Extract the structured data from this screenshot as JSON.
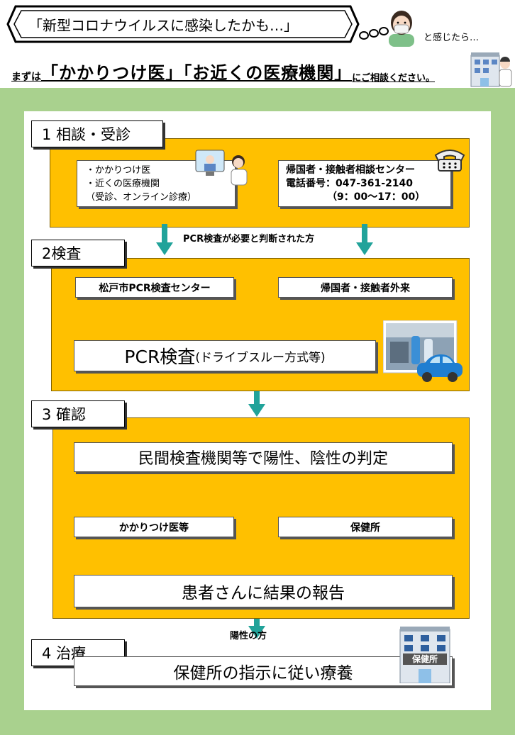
{
  "header": {
    "headline": "「新型コロナウイルスに感染したかも…」",
    "suffix": "と感じたら…",
    "line_pre": "まずは",
    "line_main": "「かかりつけ医」「お近くの医療機関」",
    "line_post": "にご相談ください。"
  },
  "steps": {
    "s1": {
      "title": "1 相談・受診",
      "left_box": [
        "・かかりつけ医",
        "・近くの医療機関",
        "（受診、オンライン診療）"
      ],
      "right_box": [
        "帰国者・接触者相談センター",
        "電話番号：047-361-2140",
        "（9：00～17：00）"
      ]
    },
    "arrow1_text": "PCR検査が必要と判断された方",
    "s2": {
      "title": "2検査",
      "left_box": "松戸市PCR検査センター",
      "right_box": "帰国者・接触者外来",
      "pcr_main": "PCR検査",
      "pcr_sub": "(ドライブスルー方式等)"
    },
    "s3": {
      "title": "3 確認",
      "judge": "民間検査機関等で陽性、陰性の判定",
      "left_box": "かかりつけ医等",
      "right_box": "保健所",
      "report": "患者さんに結果の報告"
    },
    "arrow4_text": "陽性の方",
    "s4": {
      "title": "4 治療",
      "box": "保健所の指示に従い療養",
      "building_sign": "保健所"
    }
  },
  "colors": {
    "green": "#a9d18e",
    "yellow": "#ffc000",
    "teal": "#21a39a"
  }
}
